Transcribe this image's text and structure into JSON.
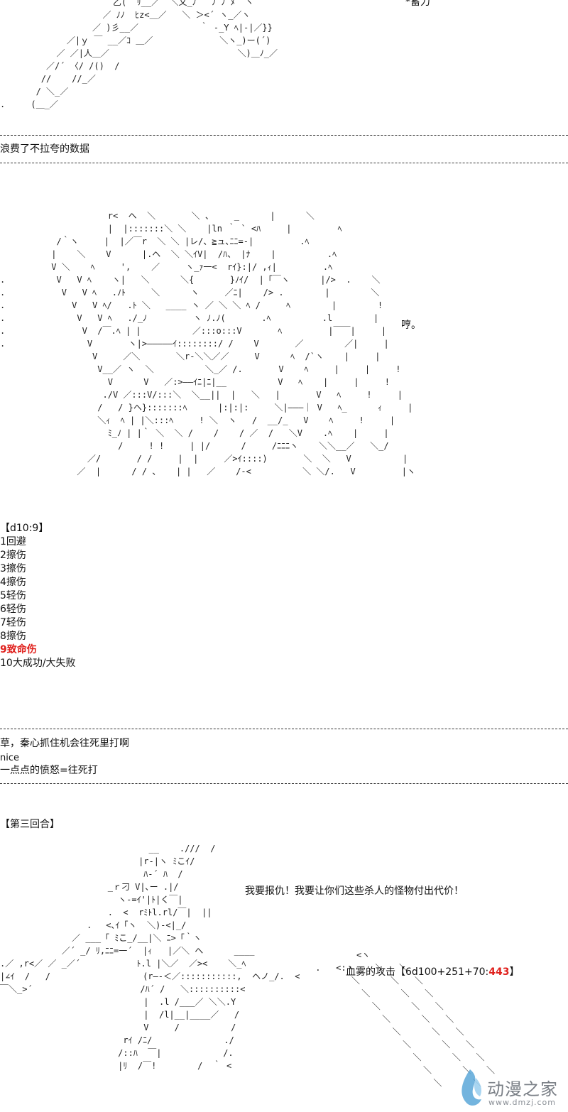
{
  "top_note": "*蓄力",
  "sep_label_1": "浪费了不拉夸的数据",
  "hum_line": "哼。",
  "dice": {
    "header": "【d10:9】",
    "items": [
      {
        "text": "1回避",
        "critical": false
      },
      {
        "text": "2擦伤",
        "critical": false
      },
      {
        "text": "3擦伤",
        "critical": false
      },
      {
        "text": "4擦伤",
        "critical": false
      },
      {
        "text": "5轻伤",
        "critical": false
      },
      {
        "text": "6轻伤",
        "critical": false
      },
      {
        "text": "7轻伤",
        "critical": false
      },
      {
        "text": "8擦伤",
        "critical": false
      },
      {
        "text": "9致命伤",
        "critical": true
      },
      {
        "text": "10大成功/大失败",
        "critical": false
      }
    ]
  },
  "comments": [
    "草，秦心抓住机会往死里打啊",
    "nice",
    "一点点的愤怒=往死打"
  ],
  "round_label": "【第三回合】",
  "revenge_line": "我要报仇！我要让你们这些杀人的怪物付出代价！",
  "attack": {
    "prefix": "血雾的攻击【6d100+251+70:",
    "value": "443",
    "suffix": "】"
  },
  "watermark": {
    "brand": "动漫之家",
    "url": "www.dmzj.com"
  },
  "colors": {
    "critical": "#e0211d",
    "watermark": "#7a7f86"
  }
}
